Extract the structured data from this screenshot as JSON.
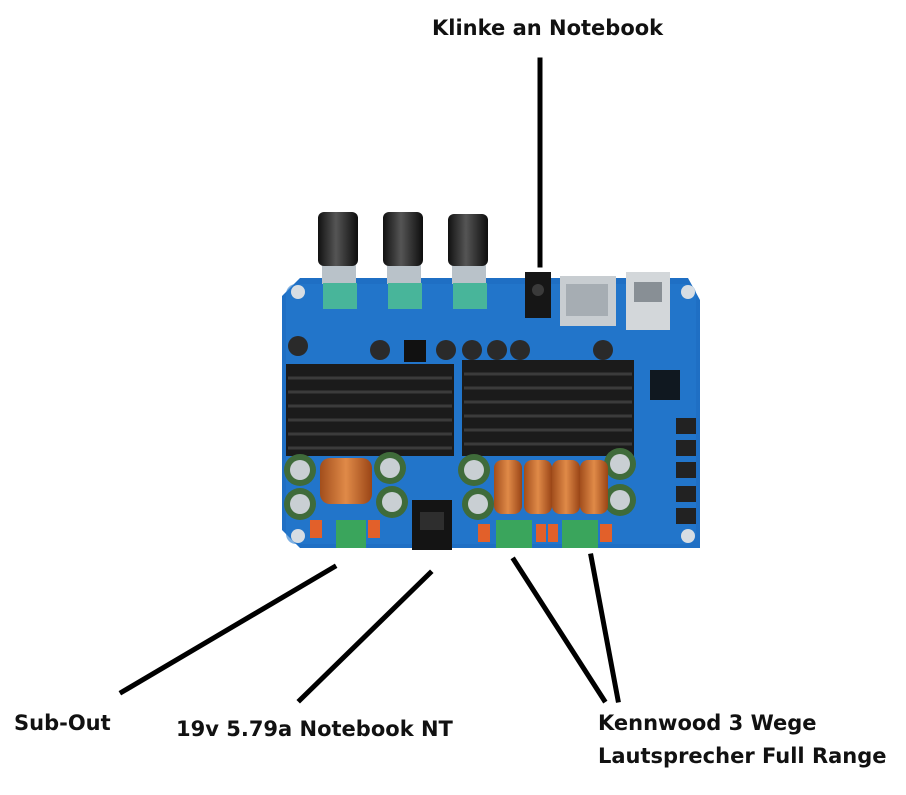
{
  "labels": {
    "jack": "Klinke an Notebook",
    "sub_out": "Sub-Out",
    "power": "19v 5.79a Notebook NT",
    "speakers_line1": "Kennwood 3 Wege",
    "speakers_line2": "Lautsprecher Full Range"
  },
  "colors": {
    "pcb": "#1f6fc4",
    "heatsink": "#1b1b1b",
    "terminal": "#3aa55c",
    "inductor": "#c8672a",
    "capacitor": "#3f6b3a",
    "line": "#000000"
  }
}
